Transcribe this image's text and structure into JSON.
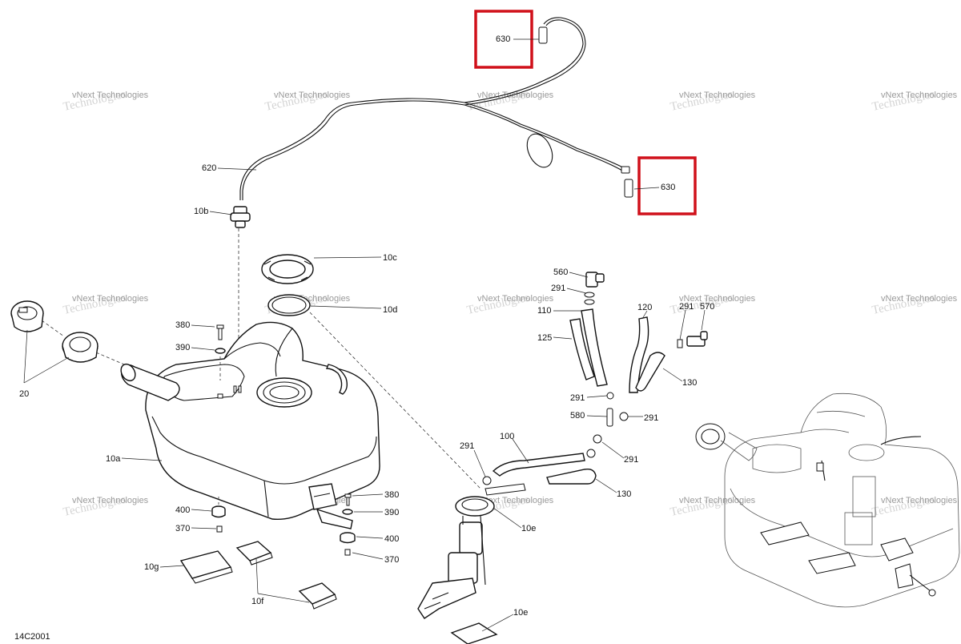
{
  "diagram_id": "14C2001",
  "watermark": {
    "line1": "vNext Technologies",
    "line2": "Technologies"
  },
  "labels": {
    "l630a": "630",
    "l630b": "630",
    "l620": "620",
    "l10b": "10b",
    "l10c": "10c",
    "l10d": "10d",
    "l380a": "380",
    "l390a": "390",
    "l20": "20",
    "l10a": "10a",
    "l400a": "400",
    "l370a": "370",
    "l10g": "10g",
    "l10f": "10f",
    "l380b": "380",
    "l390b": "390",
    "l400b": "400",
    "l370b": "370",
    "l560": "560",
    "l291a": "291",
    "l110": "110",
    "l125": "125",
    "l120": "120",
    "l291b": "291",
    "l570": "570",
    "l130a": "130",
    "l291c": "291",
    "l580": "580",
    "l291d": "291",
    "l291e": "291",
    "l100": "100",
    "l291f": "291",
    "l130b": "130",
    "l10e_a": "10e",
    "l10e_b": "10e"
  },
  "highlight_color": "#d0101a"
}
